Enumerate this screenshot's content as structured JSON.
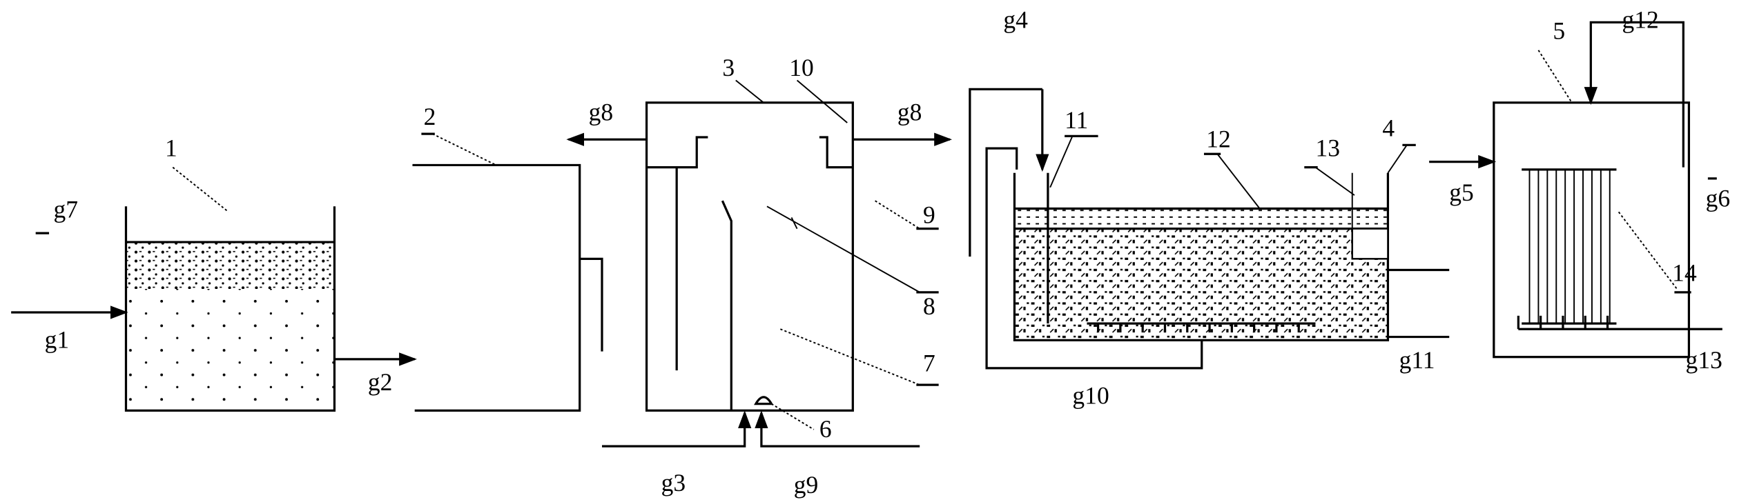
{
  "figure": {
    "components": {
      "c1": "1",
      "c2": "2",
      "c3": "3",
      "c4": "4",
      "c5": "5",
      "c6": "6",
      "c7": "7",
      "c8": "8",
      "c9": "9",
      "c10": "10",
      "c11": "11",
      "c12": "12",
      "c13": "13",
      "c14": "14"
    },
    "streams": {
      "g1": "g1",
      "g2": "g2",
      "g3": "g3",
      "g4": "g4",
      "g5": "g5",
      "g6": "g6",
      "g7": "g7",
      "g8_left": "g8",
      "g8_right": "g8",
      "g9": "g9",
      "g10": "g10",
      "g11": "g11",
      "g12": "g12",
      "g13": "g13"
    }
  }
}
